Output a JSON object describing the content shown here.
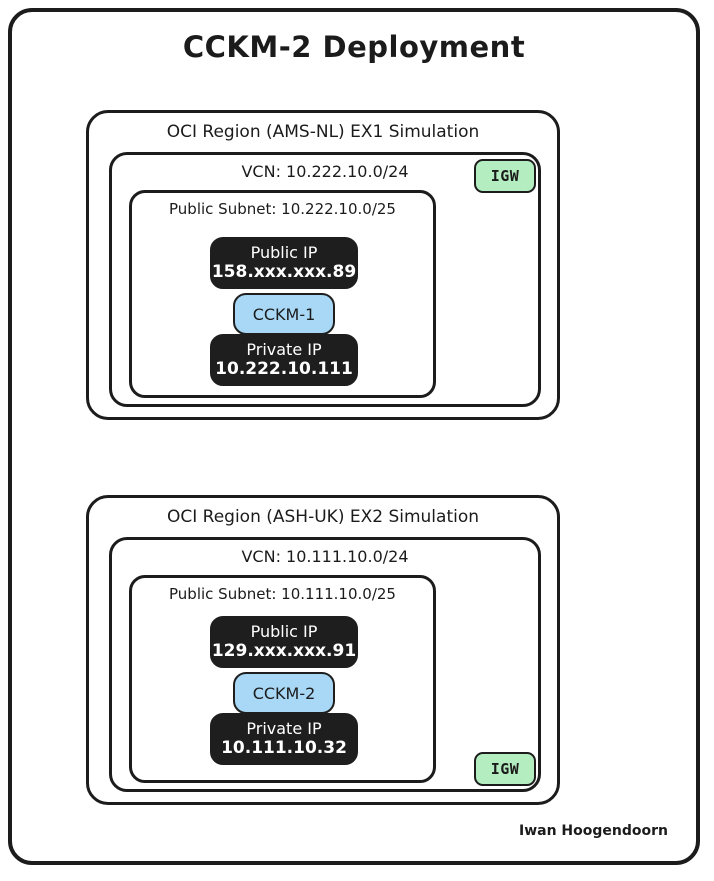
{
  "title": "CCKM-2 Deployment",
  "signature": "Iwan Hoogendoorn",
  "colors": {
    "stroke": "#1c1c1c",
    "igw_fill": "#b4eec0",
    "vm_fill": "#a8d8f5",
    "ip_fill": "#1e1e1e",
    "page_bg": "#ffffff"
  },
  "regions": [
    {
      "region_label": "OCI Region (AMS-NL) EX1 Simulation",
      "vcn_label": "VCN: 10.222.10.0/24",
      "subnet_label": "Public Subnet: 10.222.10.0/25",
      "igw_label": "IGW",
      "igw_position": "top-right",
      "public_ip_title": "Public IP",
      "public_ip_value": "158.xxx.xxx.89",
      "instance_label": "CCKM-1",
      "private_ip_title": "Private IP",
      "private_ip_value": "10.222.10.111"
    },
    {
      "region_label": "OCI Region (ASH-UK) EX2 Simulation",
      "vcn_label": "VCN: 10.111.10.0/24",
      "subnet_label": "Public Subnet: 10.111.10.0/25",
      "igw_label": "IGW",
      "igw_position": "bottom-right",
      "public_ip_title": "Public IP",
      "public_ip_value": "129.xxx.xxx.91",
      "instance_label": "CCKM-2",
      "private_ip_title": "Private IP",
      "private_ip_value": "10.111.10.32"
    }
  ]
}
